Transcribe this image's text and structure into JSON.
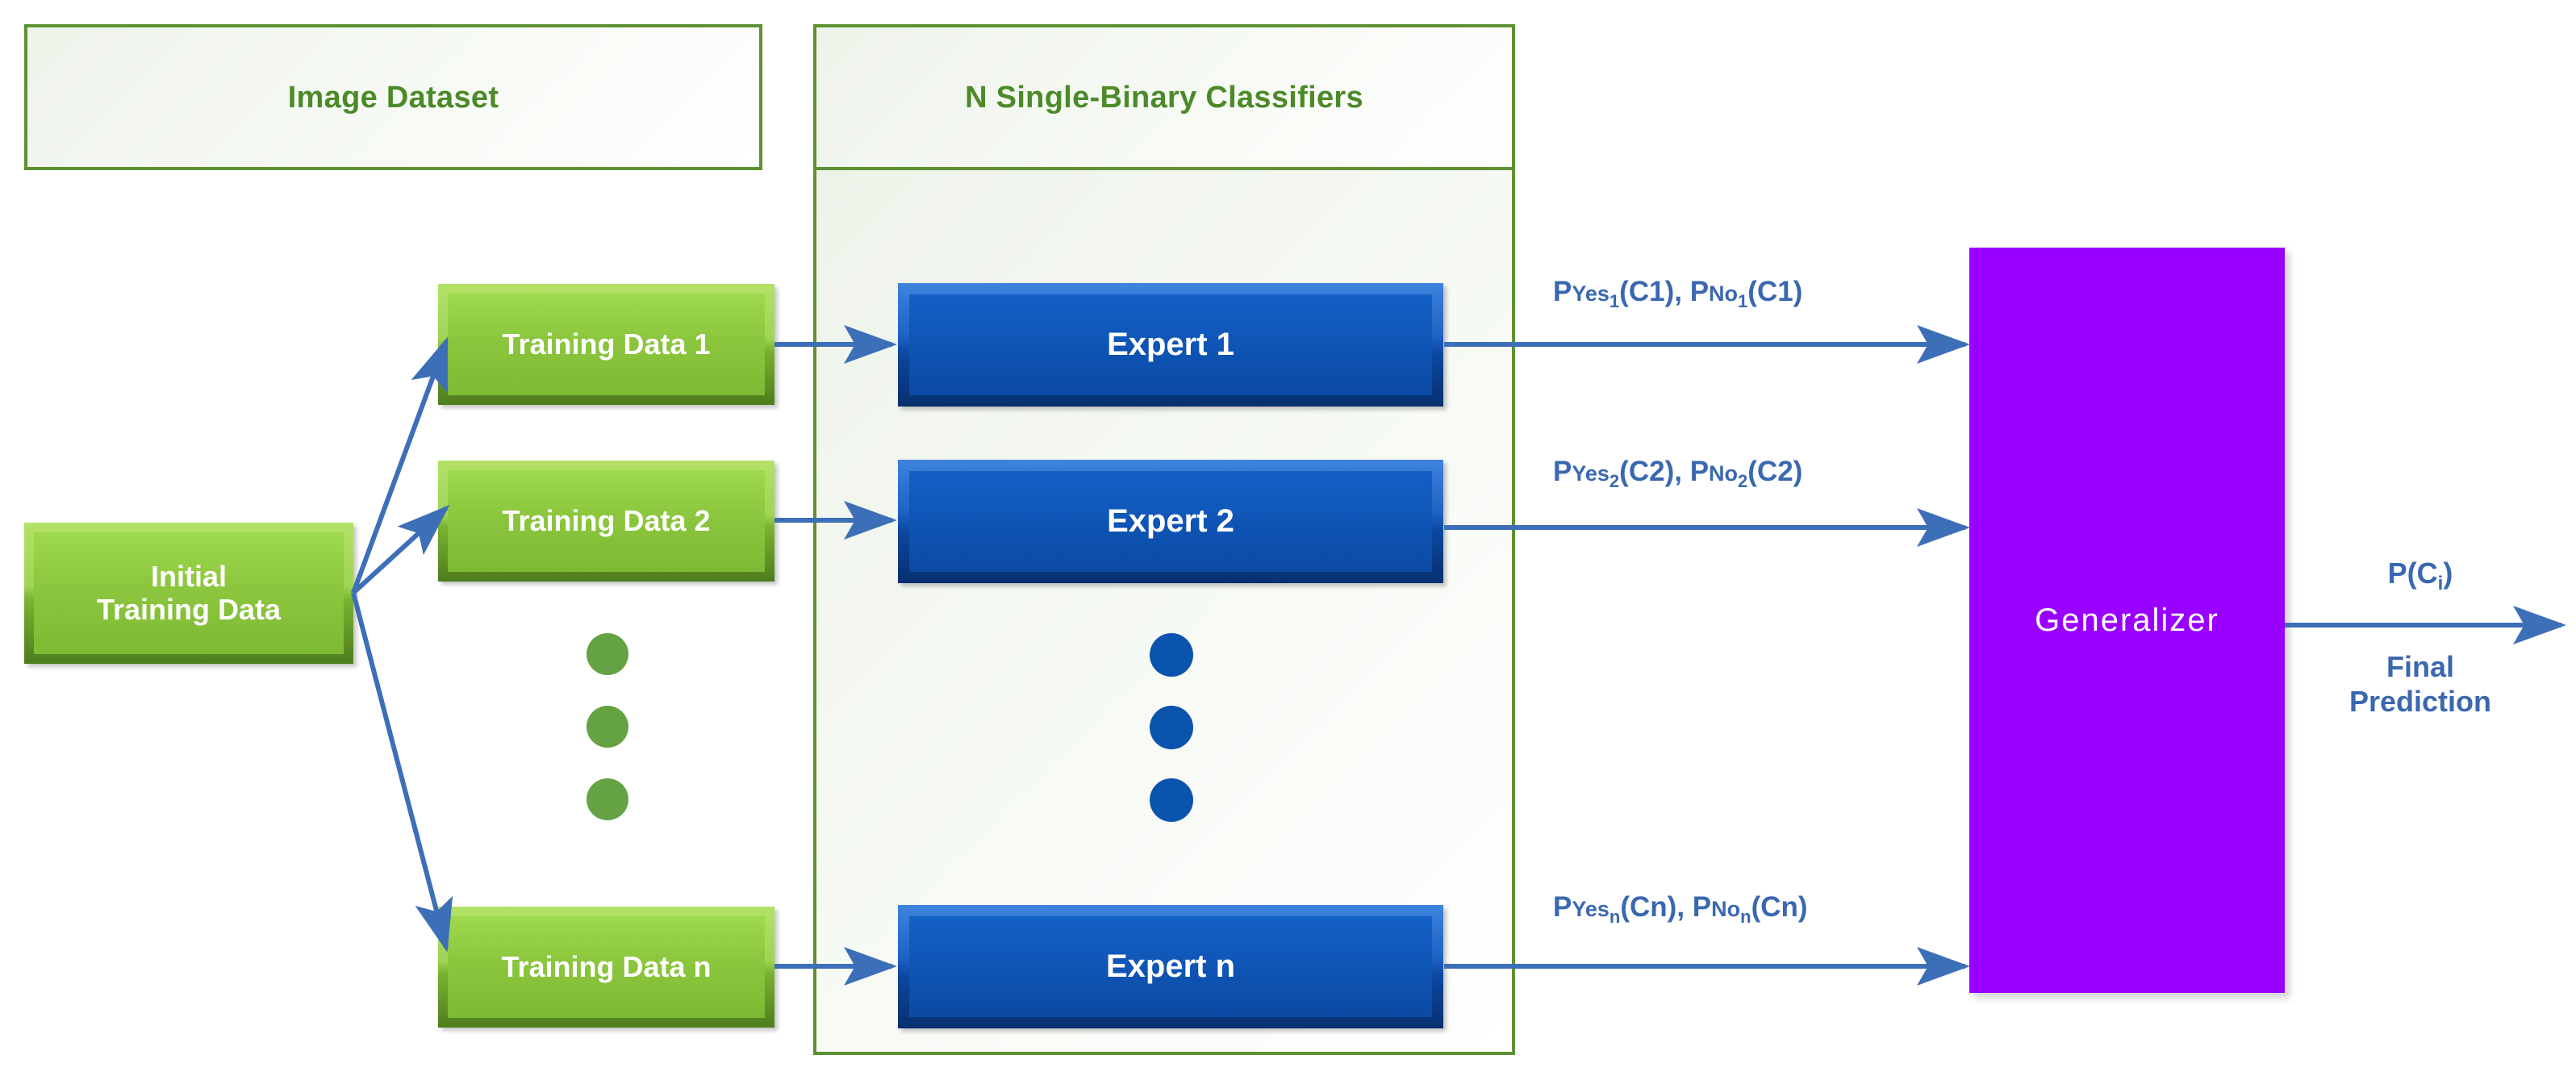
{
  "diagram": {
    "title": "Ensemble of N single-binary classifiers with a generalizer",
    "accent_green": "#5d9232",
    "accent_blue": "#3a68b0",
    "block_green": "#8cc63e",
    "block_blue": "#0b53b0",
    "block_purple": "#9900ff"
  },
  "groups": [
    {
      "label": "Image Dataset"
    },
    {
      "label": "N Single-Binary Classifiers"
    }
  ],
  "source": {
    "label_line1": "Initial",
    "label_line2": "Training Data"
  },
  "training_data": [
    {
      "label": "Training Data 1"
    },
    {
      "label": "Training Data 2"
    },
    {
      "label": "Training Data n"
    }
  ],
  "experts": [
    {
      "label": "Expert 1"
    },
    {
      "label": "Expert 2"
    },
    {
      "label": "Expert n"
    }
  ],
  "edge_labels": [
    {
      "p1_prefix": "P",
      "p1_word": "Yes",
      "p1_sub": "1",
      "p1_arg": "(C1)",
      "separator": ", ",
      "p2_prefix": "P",
      "p2_word": "No",
      "p2_sub": "1",
      "p2_arg": "(C1)"
    },
    {
      "p1_prefix": "P",
      "p1_word": "Yes",
      "p1_sub": "2",
      "p1_arg": "(C2)",
      "separator": ", ",
      "p2_prefix": "P",
      "p2_word": "No",
      "p2_sub": "2",
      "p2_arg": "(C2)"
    },
    {
      "p1_prefix": "P",
      "p1_word": "Yes",
      "p1_sub": "n",
      "p1_arg": "(Cn)",
      "separator": ", ",
      "p2_prefix": "P",
      "p2_word": "No",
      "p2_sub": "n",
      "p2_arg": "(Cn)"
    }
  ],
  "generalizer": {
    "label": "Generalizer"
  },
  "output": {
    "probability_prefix": "P(C",
    "probability_sub": "i",
    "probability_suffix": ")",
    "caption_line1": "Final",
    "caption_line2": "Prediction"
  },
  "ellipsis": {
    "green_dots": 3,
    "blue_dots": 3
  }
}
